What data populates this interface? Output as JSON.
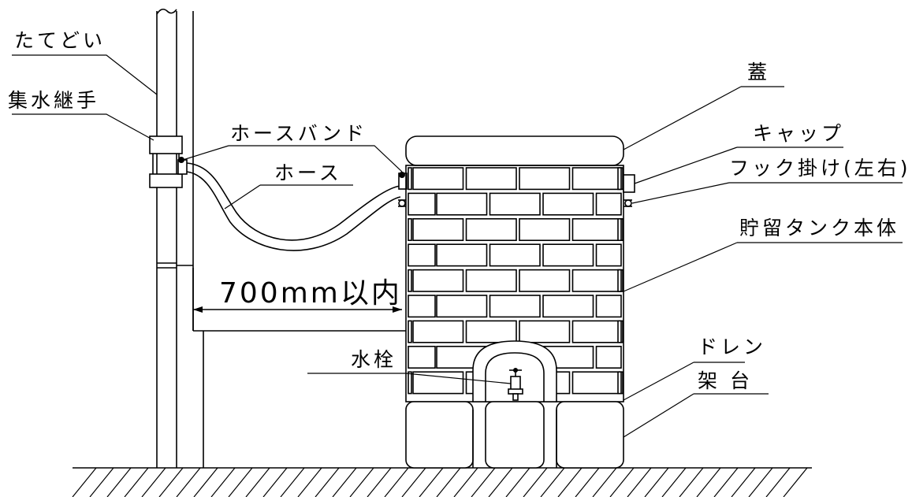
{
  "labels": {
    "downspout": "たてどい",
    "collector_joint": "集水継手",
    "hose_band": "ホースバンド",
    "hose": "ホース",
    "distance": "700mm以内",
    "faucet": "水栓",
    "lid": "蓋",
    "cap": "キャップ",
    "hook": "フック掛け(左右)",
    "tank_body": "貯留タンク本体",
    "drain": "ドレン",
    "stand": "架 台"
  }
}
